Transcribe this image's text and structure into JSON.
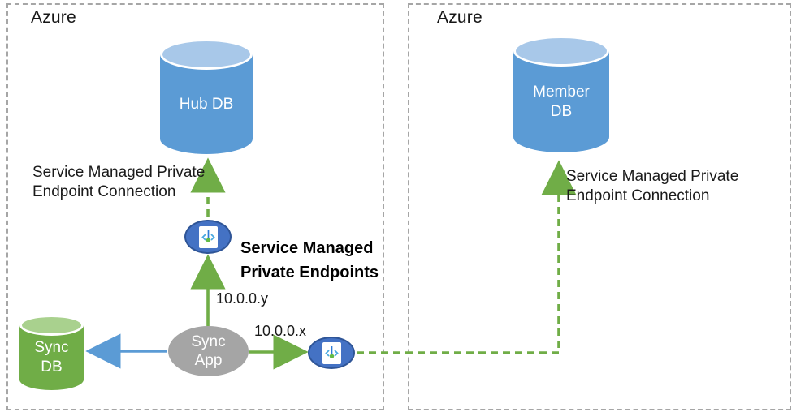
{
  "regions": {
    "left": {
      "label": "Azure"
    },
    "right": {
      "label": "Azure"
    }
  },
  "nodes": {
    "hub_db": {
      "label": "Hub DB"
    },
    "member_db": {
      "label": "Member DB"
    },
    "sync_db": {
      "label": "Sync DB"
    },
    "sync_app": {
      "label": "Sync App"
    }
  },
  "annotations": {
    "left_connection": "Service Managed Private Endpoint Connection",
    "right_connection": "Service Managed Private Endpoint Connection",
    "endpoints_title": "Service Managed Private Endpoints",
    "ip_y": "10.0.0.y",
    "ip_x": "10.0.0.x"
  },
  "icons": {
    "private_endpoint": "private-endpoint-icon"
  },
  "colors": {
    "region_border": "#a6a6a6",
    "db_blue": "#5b9bd5",
    "db_blue_top": "#a8c8e9",
    "db_green": "#70ad47",
    "db_green_top": "#a9d18e",
    "app_gray": "#a5a5a5",
    "endpoint_fill": "#4472c4",
    "endpoint_border": "#2f5597",
    "arrow_green": "#70ad47",
    "arrow_blue": "#5b9bd5",
    "icon_bracket": "#4aa9e0",
    "icon_line": "#2e7cd6",
    "icon_dot": "#62ba46"
  }
}
